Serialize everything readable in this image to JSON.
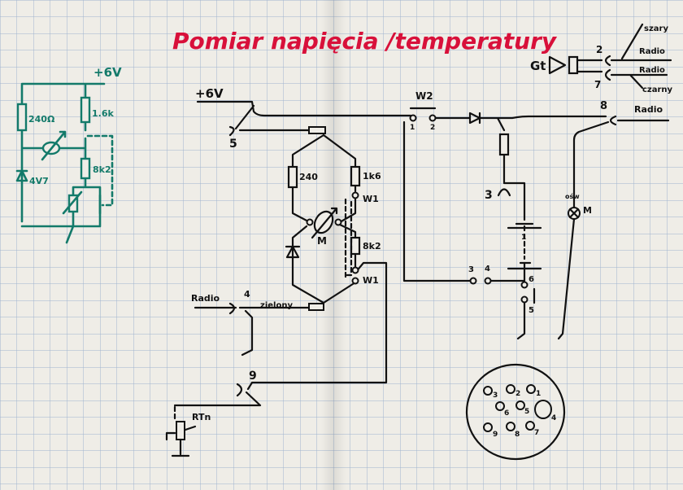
{
  "title": "Pomiar napięcia /temperatury",
  "colors": {
    "paper": "#eeece6",
    "grid": "#9fb3cf",
    "ink": "#111111",
    "teal": "#137a6a",
    "title": "#d8103a"
  },
  "teal_circuit": {
    "supply": "+6V",
    "r1": "240Ω",
    "r2": "1.6k",
    "r3": "8k2",
    "zener": "4V7"
  },
  "main_circuit": {
    "supply": "+6V",
    "jack5": "5",
    "r240": "240",
    "r1k6": "1k6",
    "r8k2": "8k2",
    "w1_top": "W1",
    "w1_bottom": "W1",
    "meter": "M",
    "radio_in": "Radio",
    "jack4": "4",
    "wire_color": "zielony",
    "jack9": "9",
    "thermistor": "RTn",
    "w2": "W2",
    "w2_pin1": "1",
    "w2_pin2": "2",
    "jack3": "3",
    "contact3": "3",
    "contact4": "4",
    "contact6": "6",
    "contact5": "5",
    "battery_mark": "1",
    "jack8": "8",
    "radio_8": "Radio",
    "lamp_label": "ośw",
    "lamp_m": "M"
  },
  "gt_connector": {
    "label": "Gt",
    "pin2": "2",
    "pin7": "7",
    "radio_a": "Radio",
    "radio_b": "Radio",
    "wire_a": "szary",
    "wire_b": "czarny"
  },
  "plug_pins": [
    "3",
    "2",
    "1",
    "6",
    "5",
    "4",
    "9",
    "8",
    "7"
  ]
}
